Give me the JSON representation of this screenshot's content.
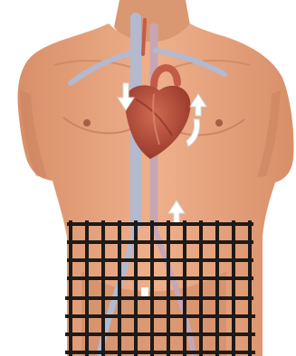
{
  "image": {
    "kind": "medical-illustration",
    "subject": "male-torso-circulatory-system",
    "background_color": "#ffffff",
    "skin_color": "#e7a47e",
    "skin_shadow_color": "#c9845f",
    "vessel_color": "#b3b9cf",
    "heart_color": "#b54c3a",
    "arrow_color": "#ffffff",
    "grid_color": "#1d1b19",
    "grid_columns": 12,
    "grid_rows": 8
  }
}
